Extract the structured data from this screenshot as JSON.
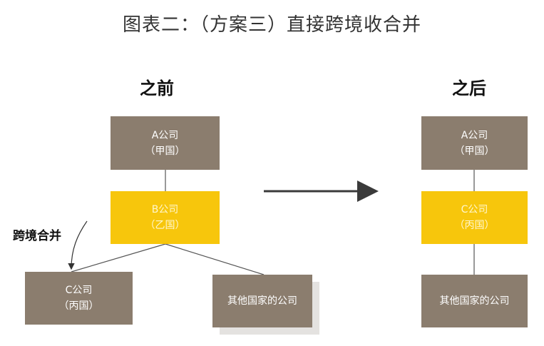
{
  "title": "图表二：（方案三）直接跨境收合并",
  "before": {
    "label": "之前",
    "box_a": {
      "line1": "A公司",
      "line2": "（甲国）"
    },
    "box_b": {
      "line1": "B公司",
      "line2": "（乙国）"
    },
    "box_c": {
      "line1": "C公司",
      "line2": "（丙国）"
    },
    "box_other": {
      "line1": "其他国家的公司"
    },
    "merge_label": "跨境合并"
  },
  "after": {
    "label": "之后",
    "box_a": {
      "line1": "A公司",
      "line2": "（甲国）"
    },
    "box_c": {
      "line1": "C公司",
      "line2": "（丙国）"
    },
    "box_other": {
      "line1": "其他国家的公司"
    }
  },
  "colors": {
    "brown": "#8b7d6e",
    "yellow": "#f7c60c",
    "arrow": "#3a3a3a"
  }
}
